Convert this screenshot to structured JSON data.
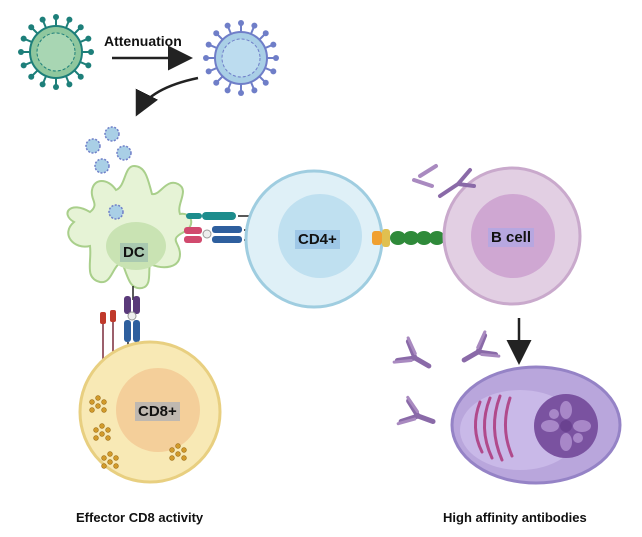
{
  "labels": {
    "attenuation": "Attenuation",
    "dc": "DC",
    "cd4": "CD4+",
    "bcell": "B cell",
    "cd8": "CD8+",
    "effector": "Effector CD8 activity",
    "antibodies": "High affinity antibodies"
  },
  "colors": {
    "virus_wild": "#8fc79e",
    "virus_wild_spike": "#1d7f7a",
    "virus_att": "#a9cfe6",
    "virus_att_spike": "#6f7ec8",
    "dc_fill": "#e6f3d6",
    "cd4_fill": "#dff0f7",
    "bcell_fill": "#e2cfe3",
    "cd8_fill": "#f8e9b5",
    "plasma_fill": "#b9a6dc"
  }
}
